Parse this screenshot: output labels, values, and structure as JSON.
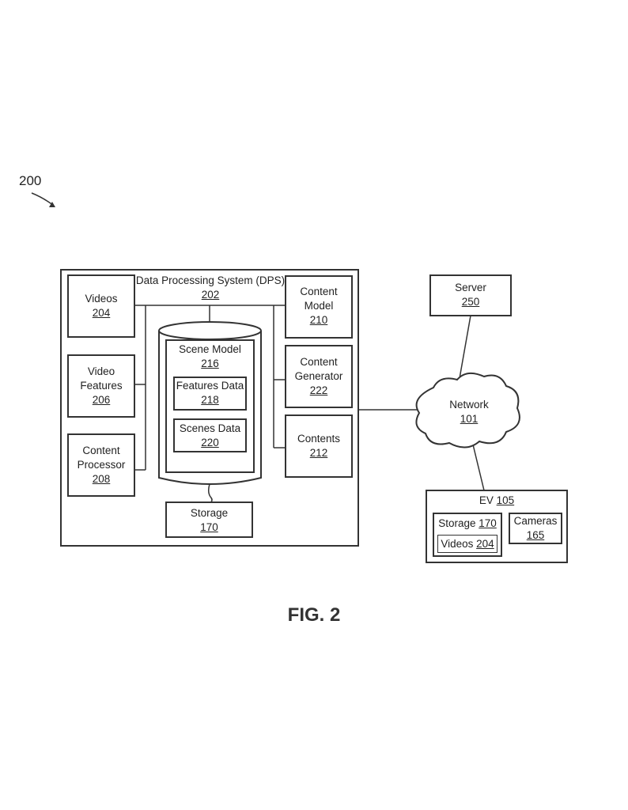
{
  "figure_ref": "200",
  "figure_caption": "FIG. 2",
  "dps": {
    "title": "Data Processing System (DPS)",
    "ref": "202"
  },
  "videos": {
    "line1": "Videos",
    "ref": "204"
  },
  "video_features": {
    "line1": "Video",
    "line2": "Features",
    "ref": "206"
  },
  "content_processor": {
    "line1": "Content",
    "line2": "Processor",
    "ref": "208"
  },
  "scene_model": {
    "line1": "Scene Model",
    "ref": "216"
  },
  "features_data": {
    "line1": "Features Data",
    "ref": "218"
  },
  "scenes_data": {
    "line1": "Scenes Data",
    "ref": "220"
  },
  "storage": {
    "line1": "Storage",
    "ref": "170"
  },
  "content_model": {
    "line1": "Content",
    "line2": "Model",
    "ref": "210"
  },
  "content_generator": {
    "line1": "Content",
    "line2": "Generator",
    "ref": "222"
  },
  "contents": {
    "line1": "Contents",
    "ref": "212"
  },
  "server": {
    "line1": "Server",
    "ref": "250"
  },
  "network": {
    "line1": "Network",
    "ref": "101"
  },
  "ev": {
    "title": "EV",
    "ref": "105"
  },
  "ev_storage": {
    "title": "Storage",
    "ref": "170"
  },
  "ev_videos": {
    "title": "Videos",
    "ref": "204"
  },
  "cameras": {
    "line1": "Cameras",
    "ref": "165"
  }
}
